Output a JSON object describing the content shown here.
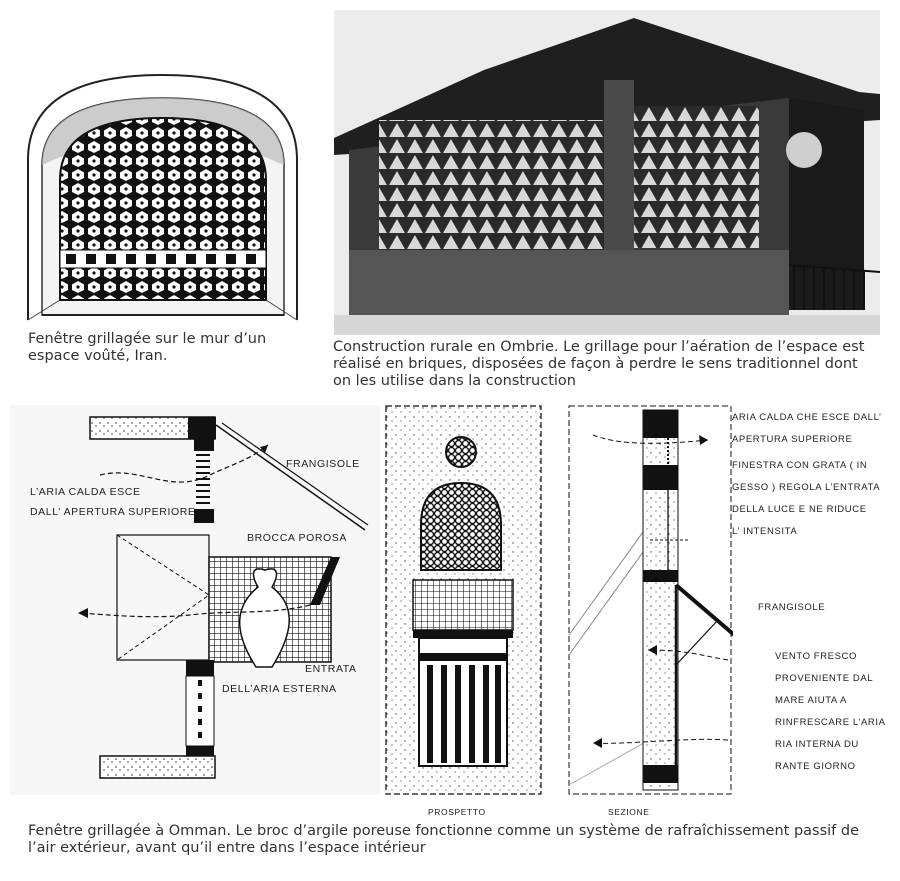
{
  "captions": {
    "iran": "Fenêtre grillagée sur le mur d’un espace voûté, Iran.",
    "ombrie": "Construction rurale en Ombrie. Le grillage pour l’aération de l’espace est réalisé en briques, disposées de façon à perdre le sens traditionnel dont on les utilise dans la construction",
    "omman": "Fenêtre grillagée à Omman. Le broc d’argile poreuse fonctionne comme un système de rafraîchissement passif de l’air extérieur, avant qu’il entre dans l’espace intérieur"
  },
  "section_drawing": {
    "frangisole": "FRANGISOLE",
    "aria_calda_1": "L’ARIA CALDA ESCE",
    "aria_calda_2": "DALL’ APERTURA SUPERIORE",
    "brocca": "BROCCA POROSA",
    "entrata_1": "ENTRATA",
    "entrata_2": "DELL’ARIA ESTERNA"
  },
  "elevation": {
    "prospetto": "PROSPETTO",
    "sezione": "SEZIONE"
  },
  "notes": {
    "aria_1": "ARIA CALDA CHE ESCE DALL’",
    "aria_2": "APERTURA SUPERIORE",
    "finestra_1": "FINESTRA CON GRATA ( IN",
    "finestra_2": "GESSO ) REGOLA L’ENTRATA",
    "finestra_3": "DELLA LUCE E NE RIDUCE",
    "finestra_4": "L’ INTENSITA",
    "frangisole": "FRANGISOLE",
    "vento_1": "VENTO FRESCO",
    "vento_2": "PROVENIENTE DAL",
    "vento_3": "MARE AIUTA A",
    "vento_4": "RINFRESCARE L’ARIA",
    "vento_5": "RIA INTERNA DU",
    "vento_6": "RANTE GIORNO"
  },
  "colors": {
    "ink": "#1a1a1a",
    "photo_dark": "#2a2a2a",
    "photo_sky": "#e9e9e9"
  }
}
